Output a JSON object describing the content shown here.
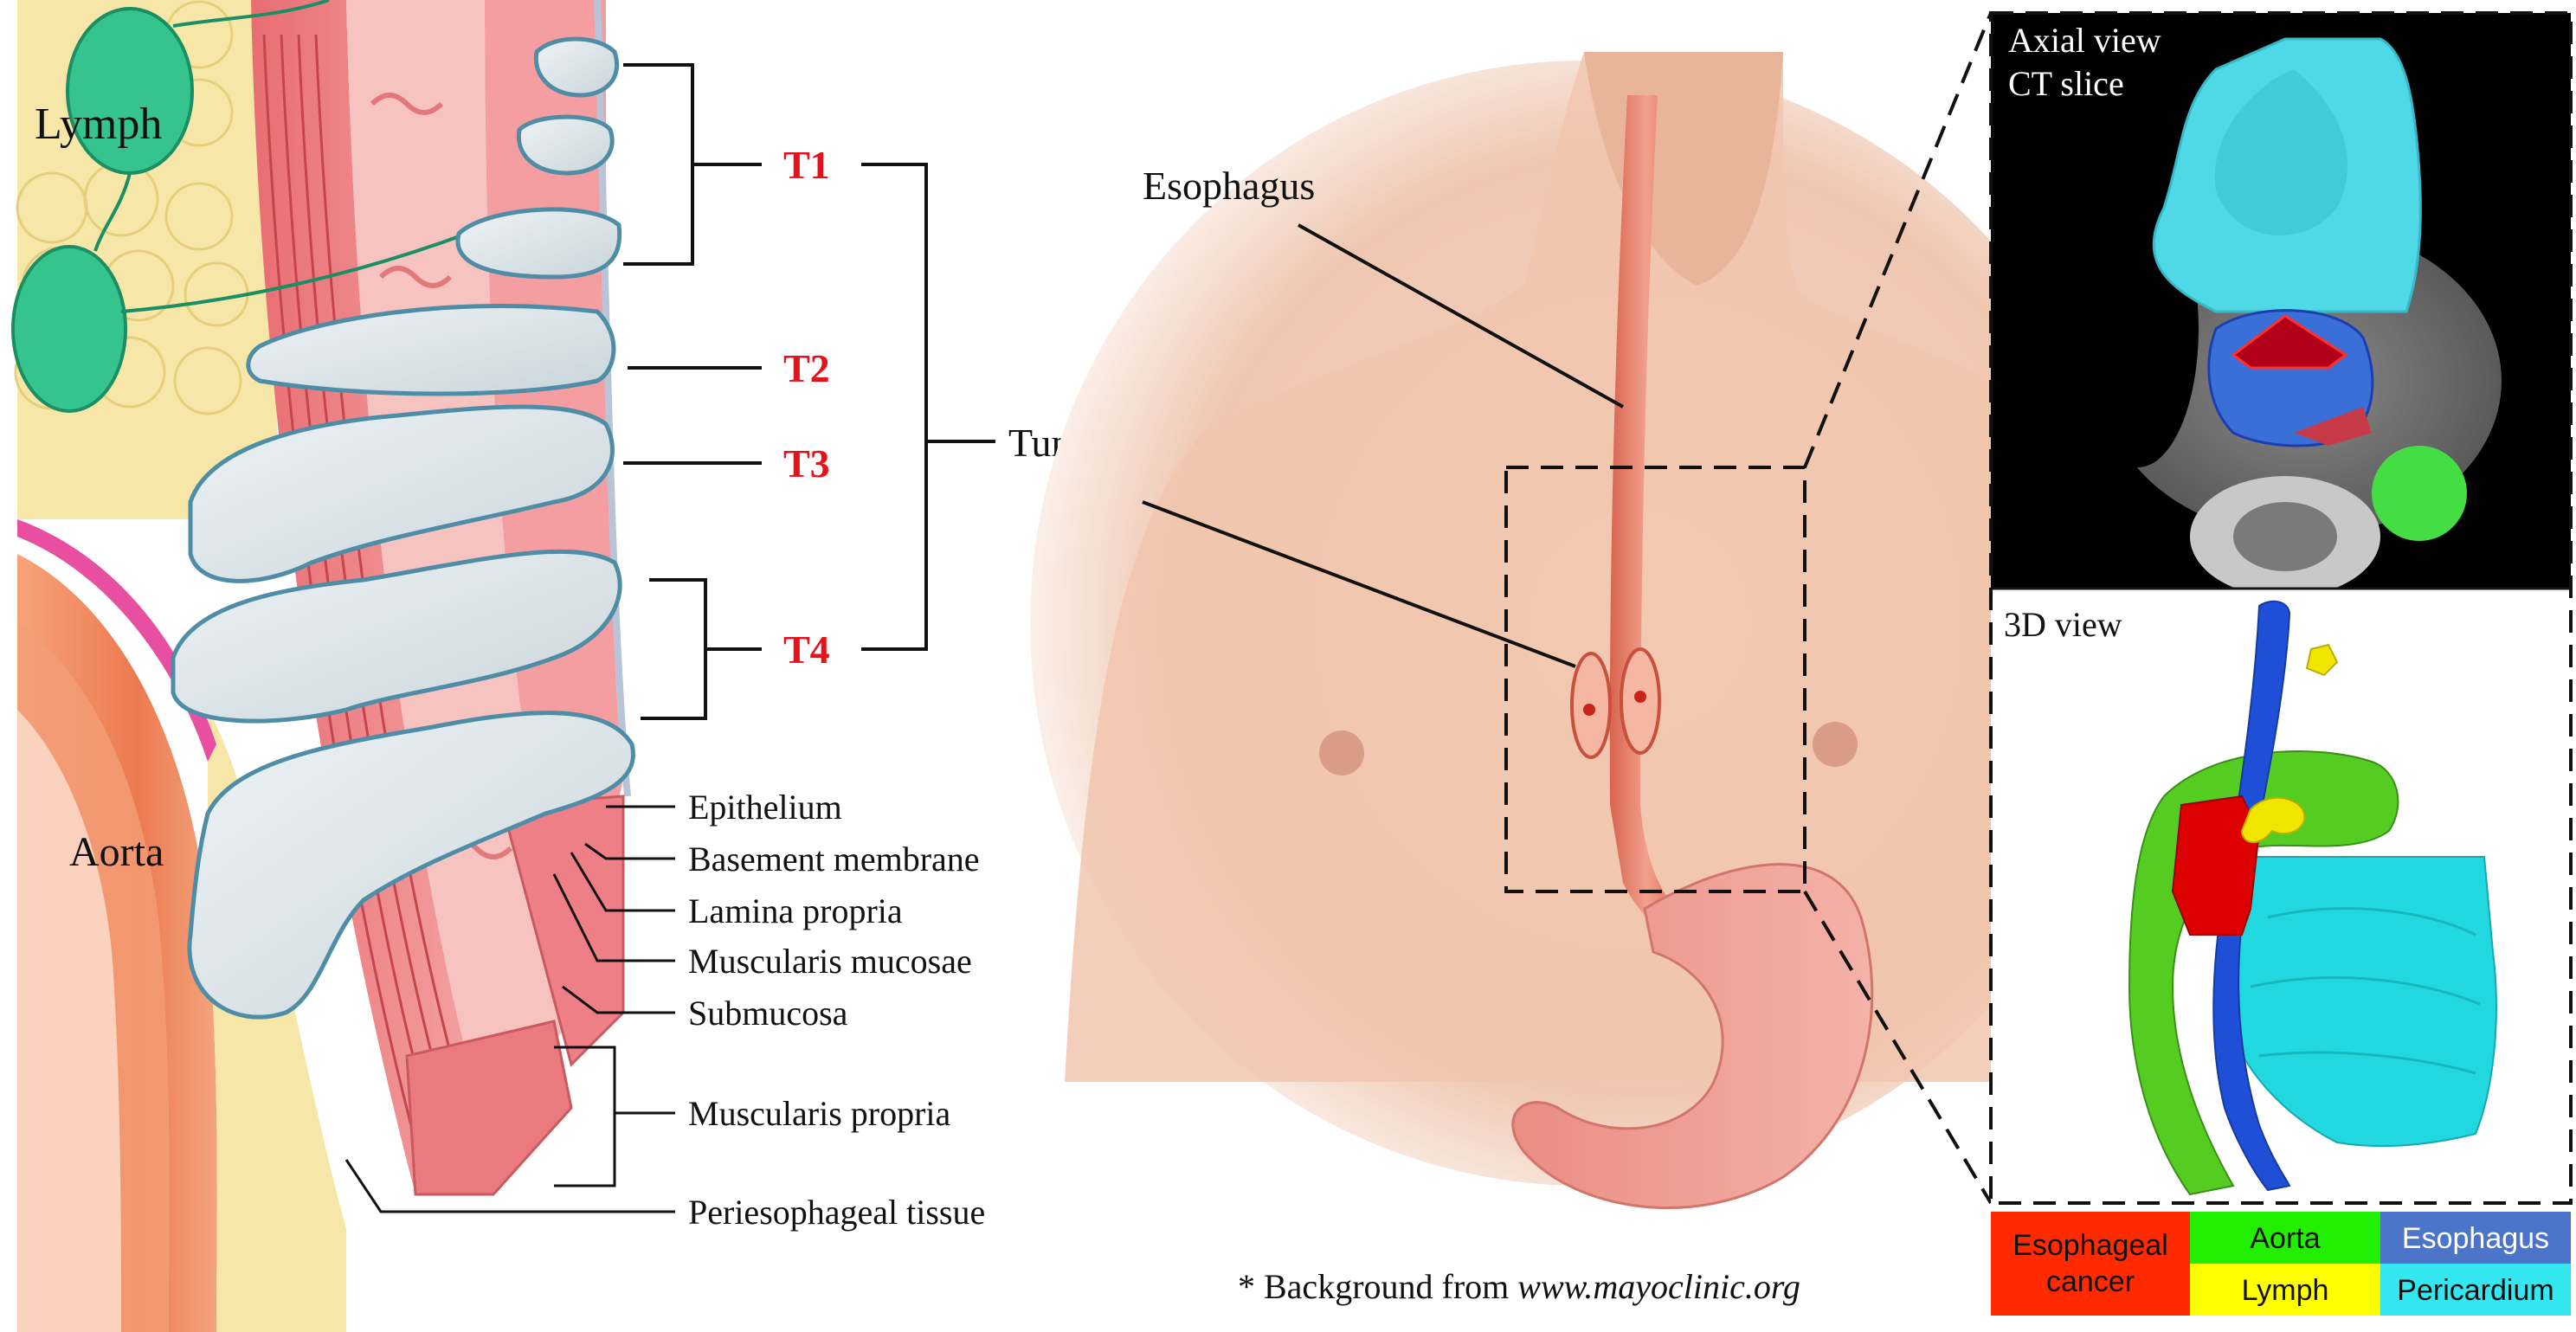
{
  "left_panel": {
    "lymph_label": "Lymph",
    "aorta_label": "Aorta",
    "stages": [
      "T1",
      "T2",
      "T3",
      "T4"
    ],
    "tumor_label": "Tumor",
    "layers": [
      "Epithelium",
      "Basement membrane",
      "Lamina propria",
      "Muscularis mucosae",
      "Submucosa",
      "Muscularis propria",
      "Periesophageal tissue"
    ]
  },
  "middle_panel": {
    "esophagus_label": "Esophagus",
    "credit": "* Background from ",
    "credit_link": "www.mayoclinic.org"
  },
  "right_panel": {
    "axial_title_line1": "Axial view",
    "axial_title_line2": "CT slice",
    "view3d_title": "3D view",
    "legend": [
      {
        "label_lines": [
          "Esophageal",
          "cancer"
        ],
        "color": "#ff2a00",
        "text_color": "#111111"
      },
      {
        "label_lines": [
          "Aorta"
        ],
        "color": "#22ee00",
        "text_color": "#111111"
      },
      {
        "label_lines": [
          "Esophagus"
        ],
        "color": "#4c74c8",
        "text_color": "#ffffff"
      },
      {
        "label_lines": [
          "Lymph"
        ],
        "color": "#ffff00",
        "text_color": "#111111"
      },
      {
        "label_lines": [
          "Pericardium"
        ],
        "color": "#33e6f0",
        "text_color": "#111111"
      }
    ]
  },
  "colors": {
    "stage_red": "#e5111b",
    "tumor_red": "#cc0000",
    "esophagus_blue": "#1f4fd6",
    "aorta_green": "#55cc22",
    "pericardium_cyan": "#22d8e0",
    "lymph_yellow": "#f2e600"
  }
}
